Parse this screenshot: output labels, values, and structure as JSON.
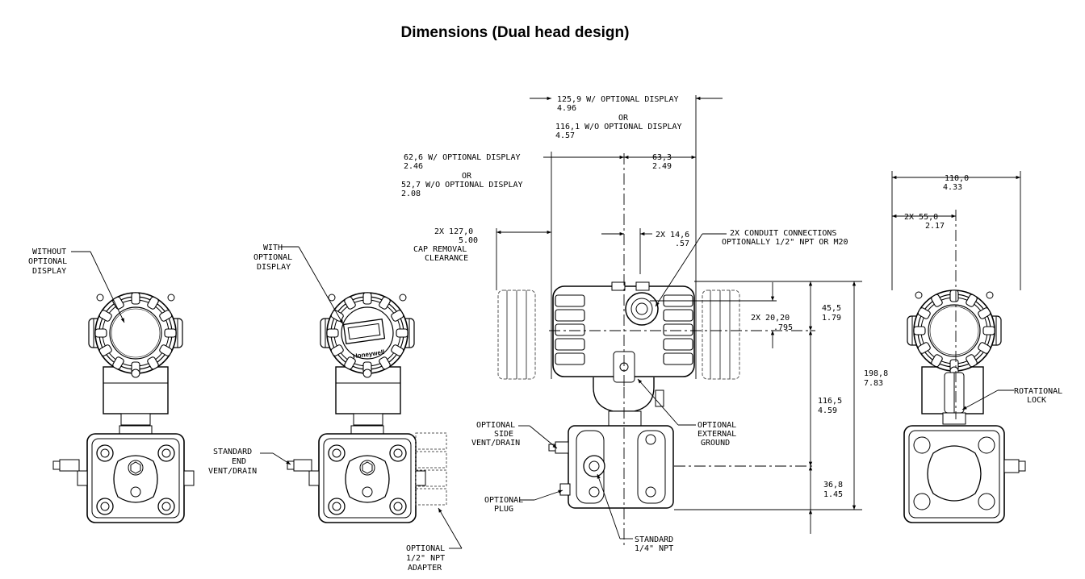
{
  "title": "Dimensions (Dual head design)",
  "brand_mark": "Honeywell",
  "labels": {
    "without_display": [
      "WITHOUT",
      "OPTIONAL",
      "DISPLAY"
    ],
    "with_display": [
      "WITH",
      "OPTIONAL",
      "DISPLAY"
    ],
    "standard_end_vent": [
      "STANDARD",
      "END",
      "VENT/DRAIN"
    ],
    "optional_adapter": [
      "OPTIONAL",
      "1/2\" NPT",
      "ADAPTER"
    ],
    "width_with_display": [
      "125,9 W/ OPTIONAL DISPLAY",
      "4.96"
    ],
    "width_or_1": "OR",
    "width_without_display": [
      "116,1 W/O OPTIONAL DISPLAY",
      "4.57"
    ],
    "left_with_display": [
      "62,6 W/ OPTIONAL DISPLAY",
      "2.46"
    ],
    "left_or": "OR",
    "left_without_display": [
      "52,7 W/O OPTIONAL DISPLAY",
      "2.08"
    ],
    "right_63": [
      "63,3",
      "2.49"
    ],
    "cap_removal": [
      "2X 127,0",
      "5.00",
      "CAP REMOVAL",
      "CLEARANCE"
    ],
    "dim_14": [
      "2X 14,6",
      ".57"
    ],
    "conduit": [
      "2X CONDUIT CONNECTIONS",
      "OPTIONALLY 1/2\" NPT OR M20"
    ],
    "dim_20": [
      "2X 20,20",
      ".795"
    ],
    "dim_45": [
      "45,5",
      "1.79"
    ],
    "dim_116": [
      "116,5",
      "4.59"
    ],
    "dim_198": [
      "198,8",
      "7.83"
    ],
    "dim_36": [
      "36,8",
      "1.45"
    ],
    "optional_side_vent": [
      "OPTIONAL",
      "SIDE",
      "VENT/DRAIN"
    ],
    "optional_plug": [
      "OPTIONAL",
      "PLUG"
    ],
    "optional_ground": [
      "OPTIONAL",
      "EXTERNAL",
      "GROUND"
    ],
    "standard_npt": [
      "STANDARD",
      "1/4\" NPT"
    ],
    "dim_110": [
      "110,0",
      "4.33"
    ],
    "dim_2x55": [
      "2X 55,0",
      "2.17"
    ],
    "rotational_lock": [
      "ROTATIONAL",
      "LOCK"
    ]
  }
}
